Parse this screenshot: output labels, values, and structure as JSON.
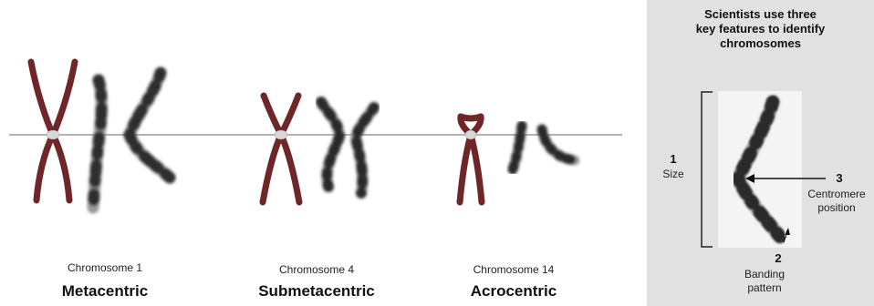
{
  "chromosomes": [
    {
      "name": "Chromosome 1",
      "type": "Metacentric"
    },
    {
      "name": "Chromosome 4",
      "type": "Submetacentric"
    },
    {
      "name": "Chromosome 14",
      "type": "Acrocentric"
    }
  ],
  "panel": {
    "title": "Scientists use three\nkey features to identify\nchromosomes",
    "features": [
      {
        "number": "1",
        "label": "Size"
      },
      {
        "number": "2",
        "label": "Banding pattern"
      },
      {
        "number": "3",
        "label": "Centromere position"
      }
    ]
  },
  "colors": {
    "chromosome_outline": "#6e2628",
    "panel_background": "#e1e1e1",
    "centromere_line": "#9a9a9a"
  }
}
